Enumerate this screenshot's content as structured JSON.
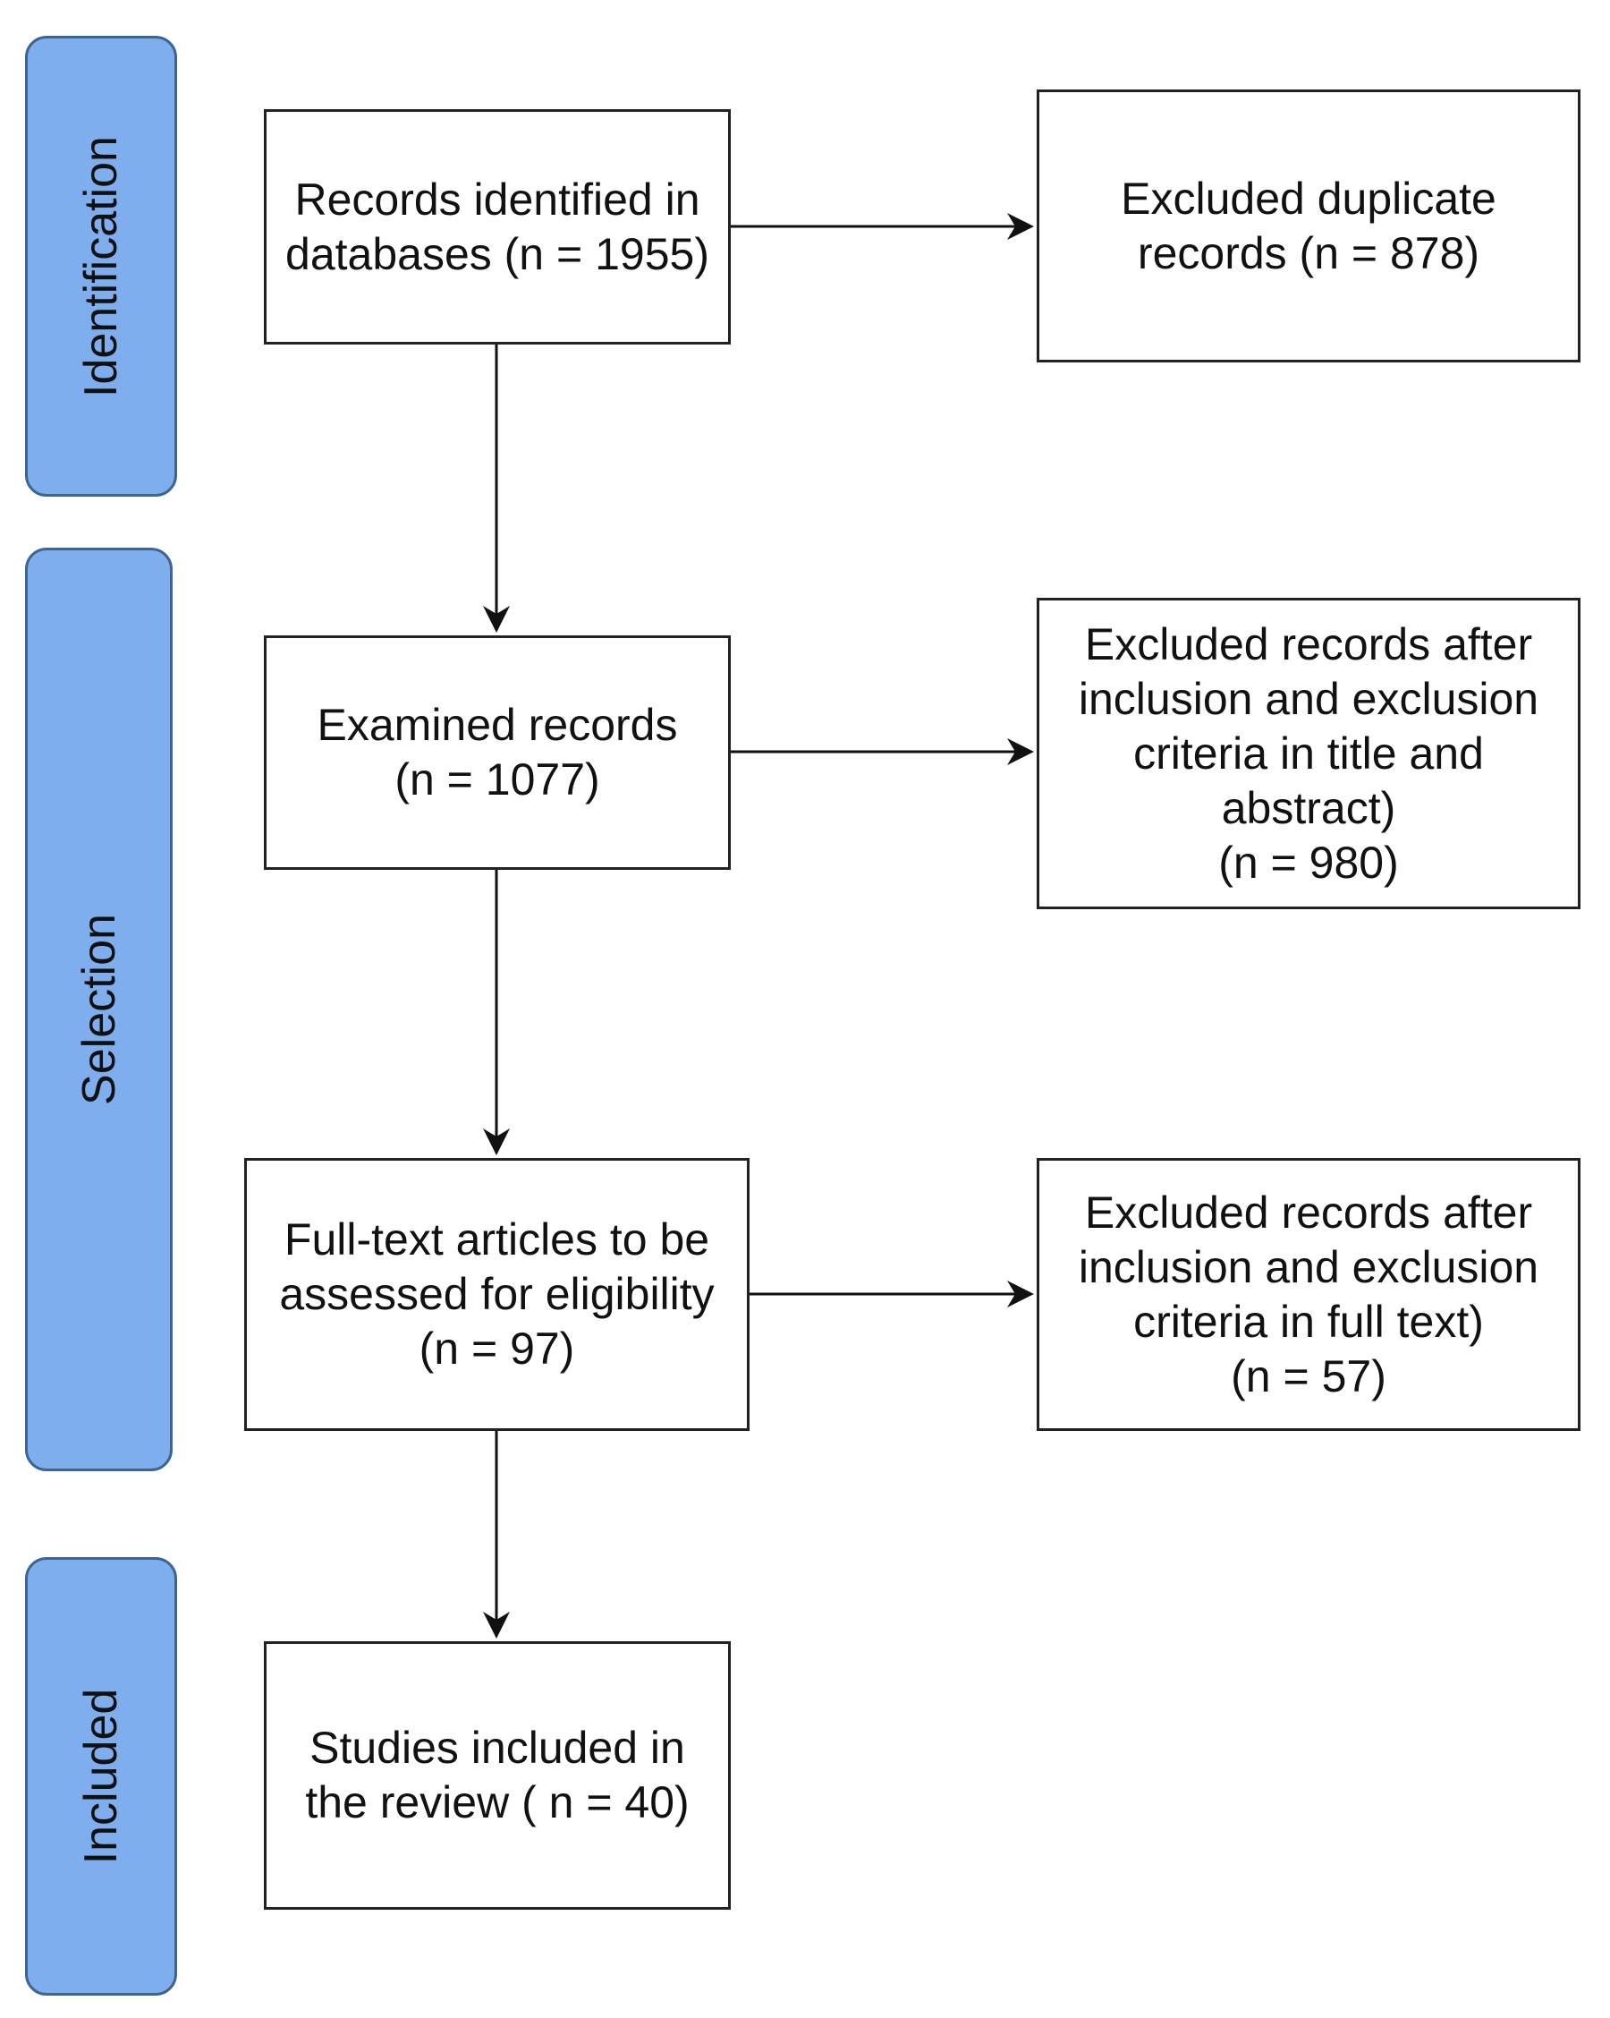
{
  "phases": {
    "identification": "Identification",
    "selection": "Selection",
    "included": "Included"
  },
  "boxes": {
    "records_identified": "Records identified in\ndatabases (n = 1955)",
    "excluded_duplicates": "Excluded duplicate\nrecords (n = 878)",
    "examined_records": "Examined records\n(n = 1077)",
    "excluded_title_abstract": "Excluded records after\ninclusion and exclusion\ncriteria in title and\nabstract)\n(n = 980)",
    "full_text_articles": "Full-text articles to be\nassessed for eligibility\n(n = 97)",
    "excluded_full_text": "Excluded records after\ninclusion and exclusion\ncriteria in full text)\n(n = 57)",
    "studies_included": "Studies included in\nthe review ( n = 40)"
  },
  "colors": {
    "phase_fill": "#7eaeed",
    "phase_border": "#3d6591",
    "box_border": "#222222",
    "line": "#111111"
  }
}
